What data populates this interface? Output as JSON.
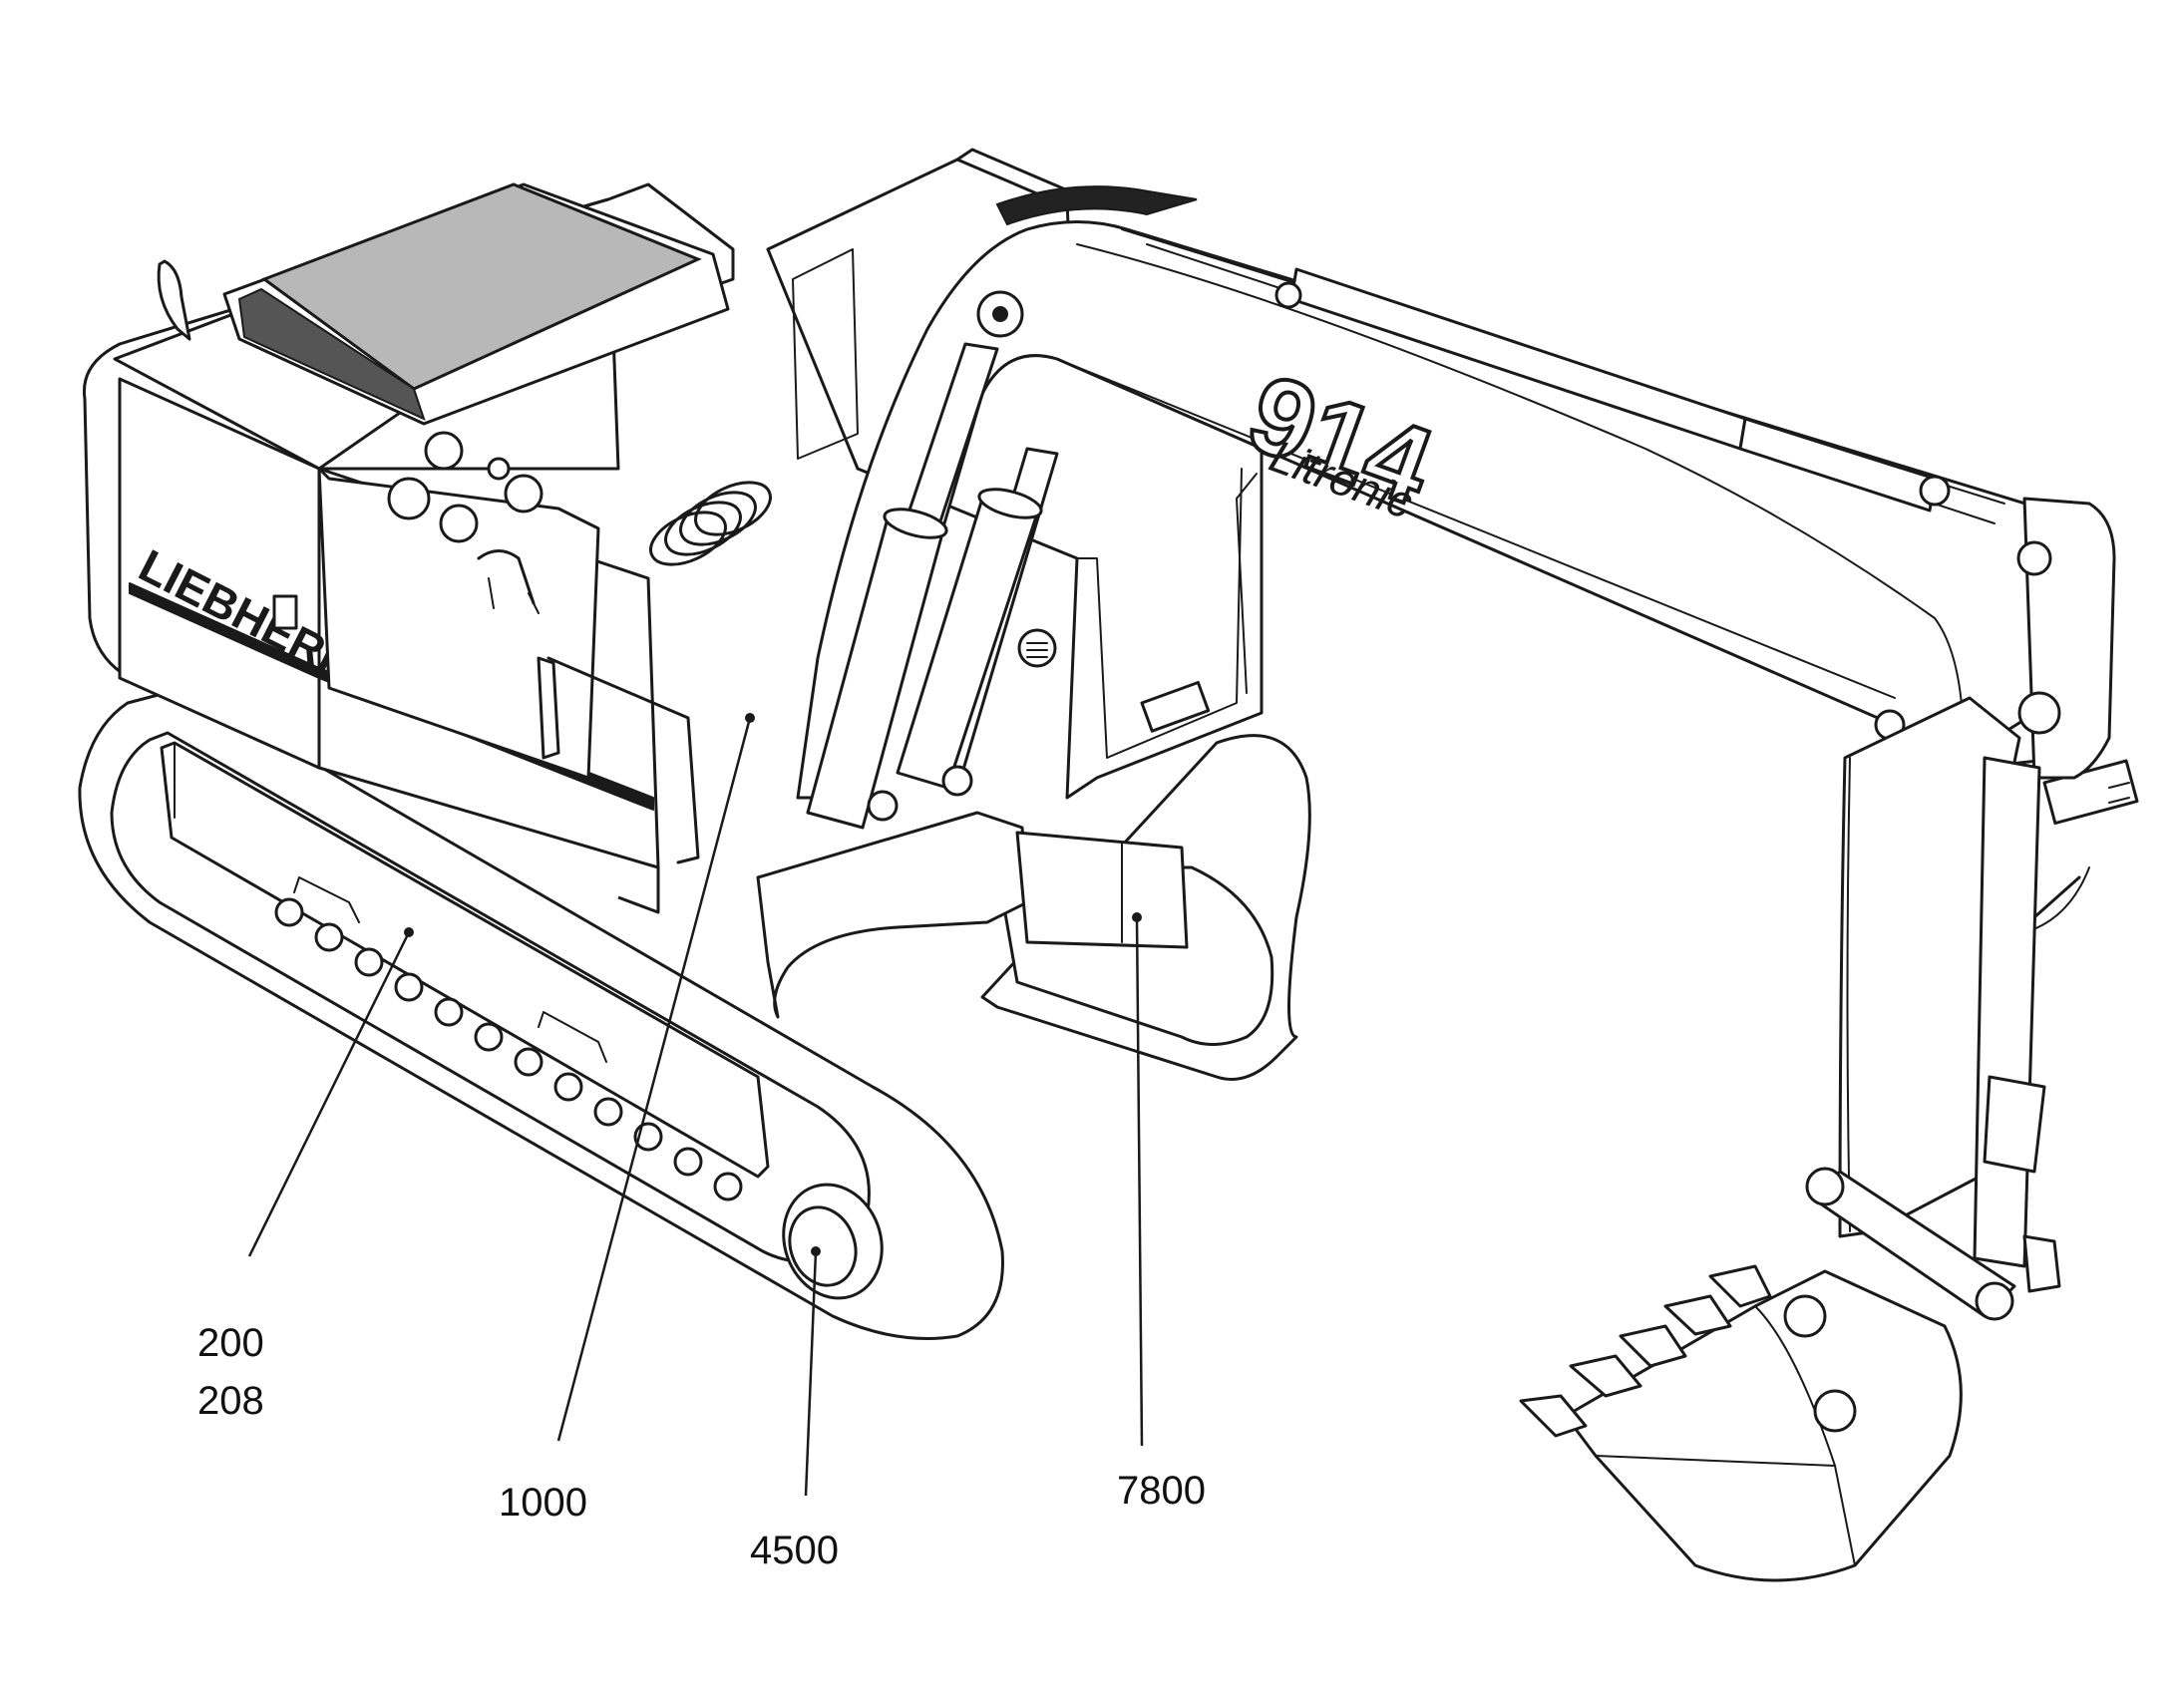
{
  "drawing": {
    "brand_text": "LIEBHERR",
    "model_number": "914",
    "model_name": "Litronic"
  },
  "callouts": [
    {
      "id": "200",
      "lines": [
        "200",
        "208"
      ]
    },
    {
      "id": "1000",
      "lines": [
        "1000"
      ]
    },
    {
      "id": "4500",
      "lines": [
        "4500"
      ]
    },
    {
      "id": "7800",
      "lines": [
        "7800"
      ]
    }
  ]
}
